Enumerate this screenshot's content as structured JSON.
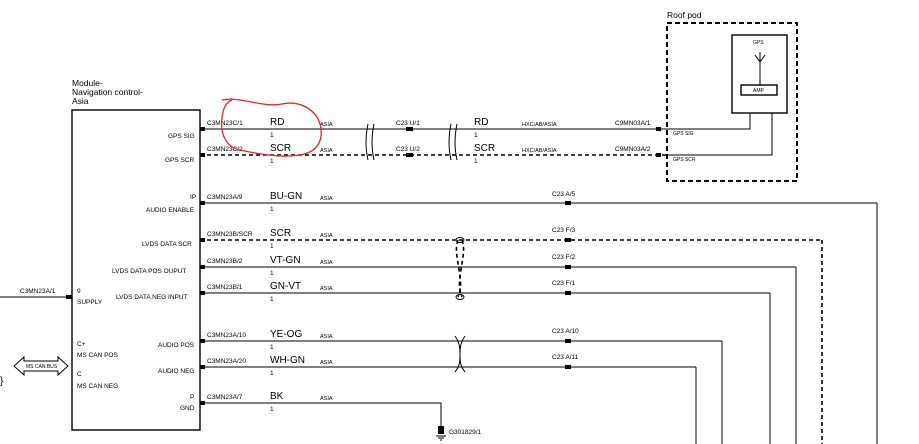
{
  "colors": {
    "line": "#000000",
    "annotation": "#e8222a",
    "background": "#ffffff"
  },
  "module": {
    "title_line1": "Module-",
    "title_line2": "Navigation control-",
    "title_line3": "Asia"
  },
  "roof_pod": {
    "title": "Roof pod",
    "gps_label": "GPS",
    "amp_label": "AMP",
    "sig_pin": "GPS SIG",
    "scr_pin": "GPS SCR"
  },
  "supply": {
    "connector": "C3MN23A/1",
    "pin_num": "9",
    "pin_label": "SUPPLY"
  },
  "ms_can": {
    "bus_label": "MS CAN BUS",
    "pos_num": "C+",
    "pos_label": "MS CAN POS",
    "neg_num": "C",
    "neg_label": "MS CAN NEG"
  },
  "gps_circuits": [
    {
      "pin_label": "GPS SIG",
      "connector": "C3MN23C/1",
      "color": "RD",
      "wire_num": "1",
      "region": "ASIA",
      "inline_connector": "C23 U/1",
      "color2": "RD",
      "harness": "HXC/AB/ASIA",
      "end_connector": "C9MN03A/1"
    },
    {
      "pin_label": "GPS SCR",
      "connector": "C3MN23C/2",
      "color": "SCR",
      "wire_num": "1",
      "region": "ASIA",
      "inline_connector": "C23 U/2",
      "color2": "SCR",
      "harness": "HXC/AB/ASIA",
      "end_connector": "C9MN03A/2"
    }
  ],
  "circuits": [
    {
      "pin_num": "IP",
      "pin_label": "AUDIO ENABLE",
      "connector": "C3MN23A/9",
      "color": "BU-GN",
      "wire_num": "1",
      "region": "ASIA",
      "end_connector": "C23 A/5"
    },
    {
      "pin_num": "",
      "pin_label": "LVDS DATA SCR",
      "connector": "C3MN23B/SCR",
      "color": "SCR",
      "wire_num": "1",
      "region": "ASIA",
      "end_connector": "C23 F/3"
    },
    {
      "pin_num": "",
      "pin_label": "LVDS DATA POS OUPUT",
      "connector": "C3MN23B/2",
      "color": "VT-GN",
      "wire_num": "1",
      "region": "ASIA",
      "end_connector": "C23 F/2"
    },
    {
      "pin_num": "",
      "pin_label": "LVDS DATA NEG INPUT",
      "connector": "C3MN23B/1",
      "color": "GN-VT",
      "wire_num": "1",
      "region": "ASIA",
      "end_connector": "C23 F/1"
    },
    {
      "pin_num": "",
      "pin_label": "AUDIO POS",
      "connector": "C3MN23A/10",
      "color": "YE-OG",
      "wire_num": "1",
      "region": "ASIA",
      "end_connector": "C23 A/10"
    },
    {
      "pin_num": "",
      "pin_label": "AUDIO NEG",
      "connector": "C3MN23A/20",
      "color": "WH-GN",
      "wire_num": "1",
      "region": "ASIA",
      "end_connector": "C23 A/11"
    },
    {
      "pin_num": "P",
      "pin_label": "GND",
      "connector": "C3MN23A/7",
      "color": "BK",
      "wire_num": "1",
      "region": "ASIA",
      "end_connector": ""
    }
  ],
  "ground": {
    "label": "G301829/1"
  },
  "edge_glyph": "}"
}
